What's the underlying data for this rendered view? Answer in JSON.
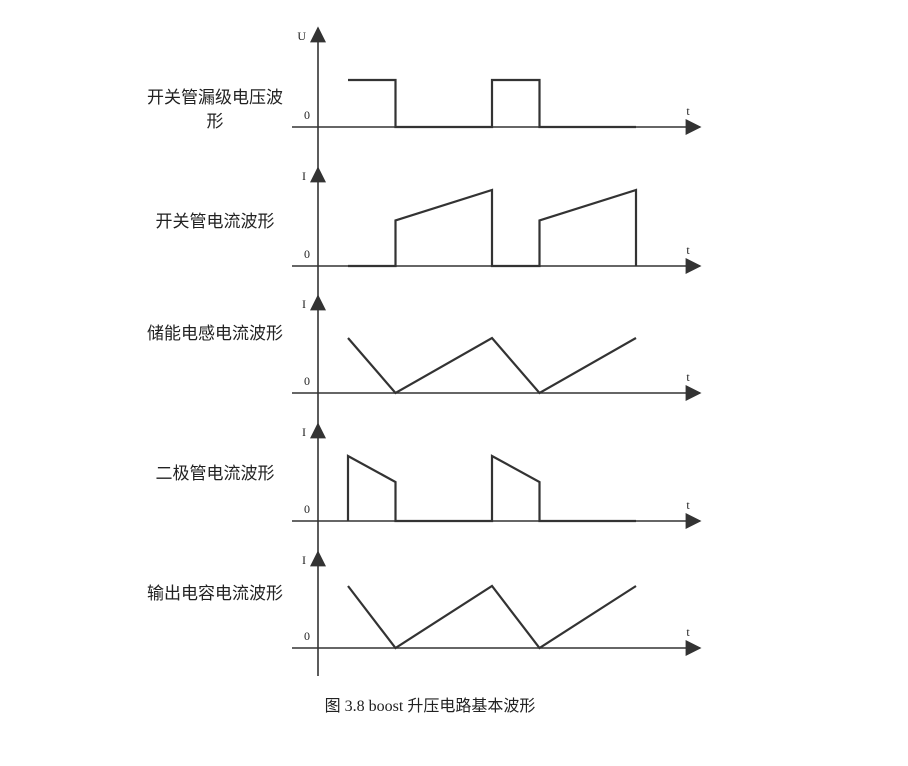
{
  "waveforms": [
    {
      "label": "开关管漏级电压波形",
      "y_axis": "U",
      "origin": "0",
      "x_axis": "t",
      "shape": "square",
      "points": [
        [
          0,
          1
        ],
        [
          0.33,
          1
        ],
        [
          0.33,
          0
        ],
        [
          1,
          0
        ],
        [
          1,
          1
        ],
        [
          1.33,
          1
        ],
        [
          1.33,
          0
        ],
        [
          2,
          0
        ]
      ]
    },
    {
      "label": "开关管电流波形",
      "y_axis": "I",
      "origin": "0",
      "x_axis": "t",
      "shape": "ramp",
      "points": [
        [
          0,
          0
        ],
        [
          0.33,
          0
        ],
        [
          0.33,
          0.6
        ],
        [
          1,
          1
        ],
        [
          1,
          0
        ],
        [
          1.33,
          0
        ],
        [
          1.33,
          0.6
        ],
        [
          2,
          1
        ],
        [
          2,
          0
        ]
      ]
    },
    {
      "label": "储能电感电流波形",
      "y_axis": "I",
      "origin": "0",
      "x_axis": "t",
      "shape": "triangle",
      "points": [
        [
          0,
          1
        ],
        [
          0.33,
          0
        ],
        [
          1,
          1
        ],
        [
          1.33,
          0
        ],
        [
          2,
          1
        ]
      ]
    },
    {
      "label": "二极管电流波形",
      "y_axis": "I",
      "origin": "0",
      "x_axis": "t",
      "shape": "ramp-down",
      "points": [
        [
          0,
          0
        ],
        [
          0,
          1
        ],
        [
          0.33,
          0.6
        ],
        [
          0.33,
          0
        ],
        [
          1,
          0
        ],
        [
          1,
          1
        ],
        [
          1.33,
          0.6
        ],
        [
          1.33,
          0
        ],
        [
          2,
          0
        ]
      ]
    },
    {
      "label": "输出电容电流波形",
      "y_axis": "I",
      "origin": "0",
      "x_axis": "t",
      "shape": "triangle",
      "points": [
        [
          0,
          1
        ],
        [
          0.33,
          0
        ],
        [
          1,
          1
        ],
        [
          1.33,
          0
        ],
        [
          2,
          1
        ]
      ]
    }
  ],
  "caption": "图 3.8 boost 升压电路基本波形",
  "colors": {
    "line": "#333333",
    "axis": "#333333"
  }
}
